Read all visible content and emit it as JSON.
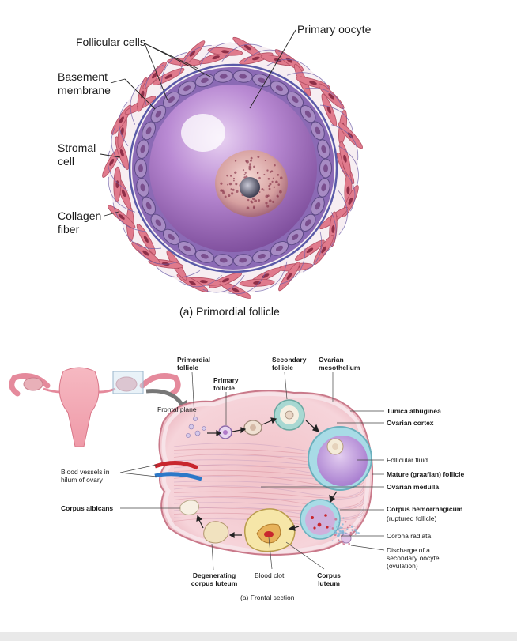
{
  "diagram_a": {
    "caption": "(a) Primordial follicle",
    "labels": {
      "follicular_cells": "Follicular cells",
      "primary_oocyte": "Primary oocyte",
      "basement_membrane": "Basement\nmembrane",
      "stromal_cell": "Stromal\ncell",
      "collagen_fiber": "Collagen\nfiber"
    }
  },
  "diagram_b": {
    "caption": "(a) Frontal section",
    "labels": {
      "frontal_plane": "Frontal plane",
      "primordial_follicle": "Primordial\nfollicle",
      "primary_follicle": "Primary\nfollicle",
      "secondary_follicle": "Secondary\nfollicle",
      "ovarian_mesothelium": "Ovarian\nmesothelium",
      "tunica_albuginea": "Tunica albuginea",
      "ovarian_cortex": "Ovarian cortex",
      "follicular_fluid": "Follicular fluid",
      "mature_follicle": "Mature (graafian) follicle",
      "ovarian_medulla": "Ovarian medulla",
      "corpus_hemorrhagicum": "Corpus hemorrhagicum",
      "ruptured_follicle": "(ruptured follicle)",
      "corona_radiata": "Corona radiata",
      "discharge": "Discharge of a\nsecondary oocyte\n(ovulation)",
      "blood_vessels": "Blood vessels in\nhilum of ovary",
      "corpus_albicans": "Corpus albicans",
      "degenerating_corpus_luteum": "Degenerating\ncorpus luteum",
      "blood_clot": "Blood clot",
      "corpus_luteum": "Corpus\nluteum"
    }
  },
  "colors": {
    "oocyte": "#b58ad0",
    "stroma": "#e07a8c",
    "ovary": "#f4c9d0",
    "follicle_ring": "#9fd0c8"
  }
}
